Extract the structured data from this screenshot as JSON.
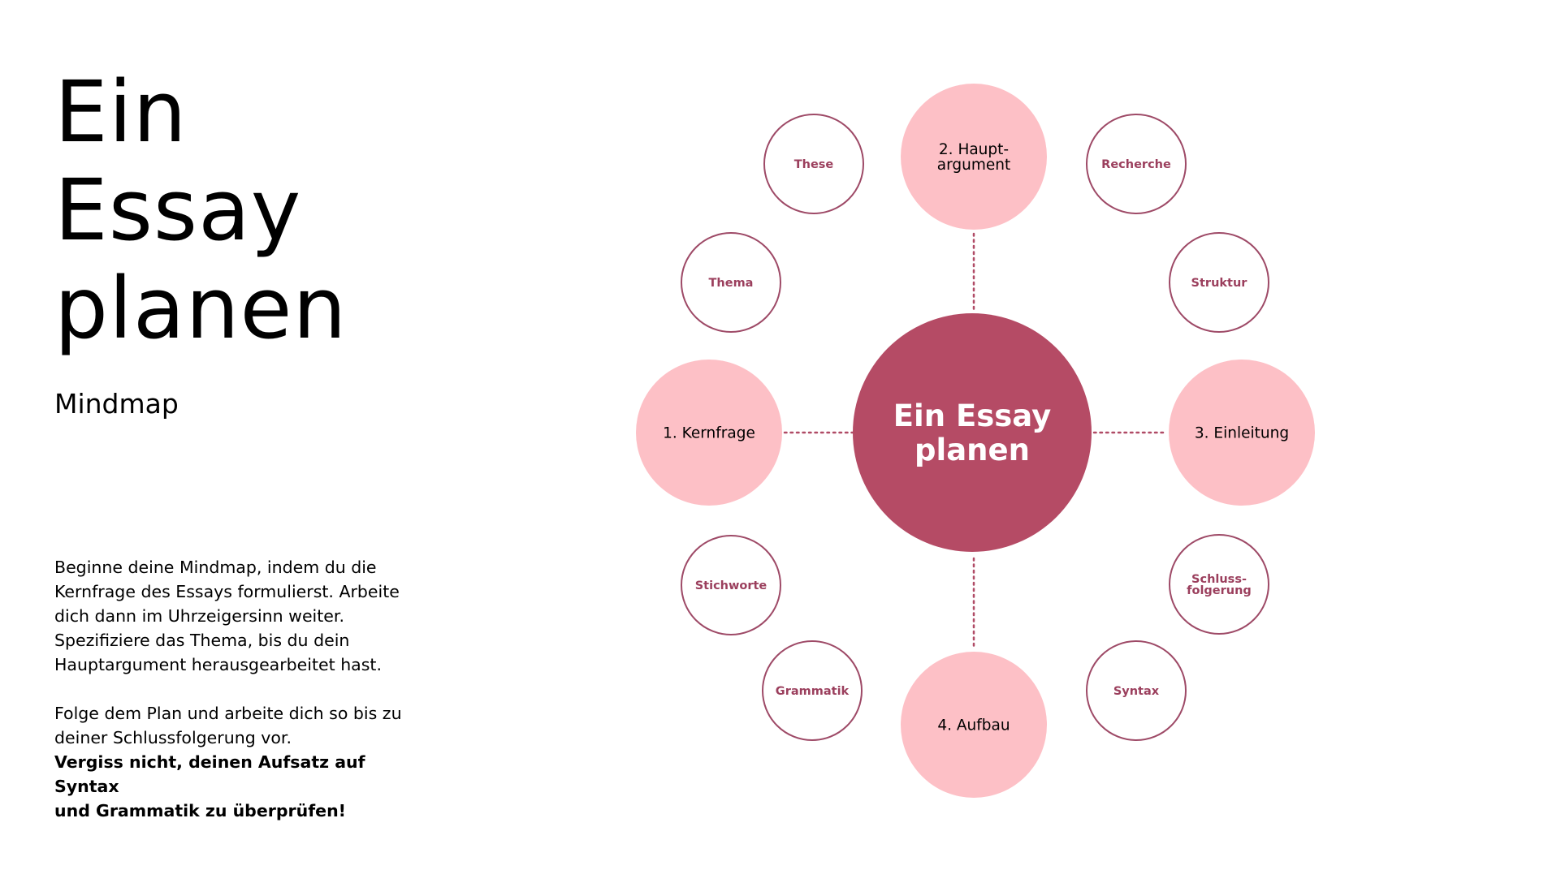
{
  "title": {
    "line1": "Ein",
    "line2": "Essay",
    "line3": "planen"
  },
  "subtitle": "Mindmap",
  "instructions": {
    "para1": [
      "Beginne deine Mindmap, indem du die",
      "Kernfrage des Essays formulierst. Arbeite",
      "dich dann im Uhrzeigersinn weiter.",
      "Spezifiziere das Thema, bis du dein",
      "Hauptargument herausgearbeitet hast."
    ],
    "para2": [
      "Folge dem Plan und arbeite dich so bis zu",
      "deiner Schlussfolgerung vor."
    ],
    "emphasis": [
      "Vergiss nicht, deinen Aufsatz auf Syntax",
      "und Grammatik zu überprüfen!"
    ]
  },
  "mindmap": {
    "center": {
      "lines": [
        "Ein Essay",
        "planen"
      ]
    },
    "main_nodes": [
      {
        "lines": [
          "1. Kernfrage"
        ]
      },
      {
        "lines": [
          "2. Haupt-",
          "argument"
        ]
      },
      {
        "lines": [
          "3. Einleitung"
        ]
      },
      {
        "lines": [
          "4. Aufbau"
        ]
      }
    ],
    "sub_nodes": [
      {
        "lines": [
          "Thema"
        ]
      },
      {
        "lines": [
          "These"
        ]
      },
      {
        "lines": [
          "Recherche"
        ]
      },
      {
        "lines": [
          "Struktur"
        ]
      },
      {
        "lines": [
          "Schluss-",
          "folgerung"
        ]
      },
      {
        "lines": [
          "Syntax"
        ]
      },
      {
        "lines": [
          "Grammatik"
        ]
      },
      {
        "lines": [
          "Stichworte"
        ]
      }
    ]
  },
  "colors": {
    "center_fill": "#b54b65",
    "main_fill": "#fdc0c6",
    "sub_stroke": "#9e4a67",
    "sub_text": "#9b3f5d",
    "connector": "#b04b66"
  }
}
